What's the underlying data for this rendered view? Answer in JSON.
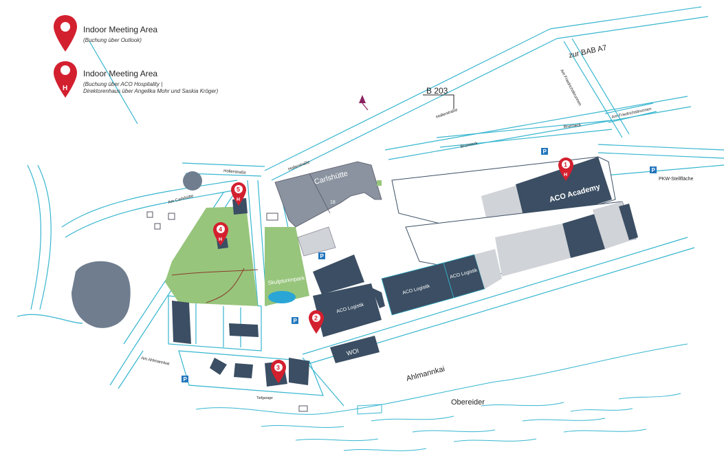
{
  "legend": {
    "items": [
      {
        "title": "Indoor Meeting Area",
        "subtitle": "(Buchung über Outlook)",
        "marker": "pin",
        "letter": ""
      },
      {
        "title": "Indoor Meeting Area",
        "subtitle_line1": "(Buchung über ACO Hospitality |",
        "subtitle_line2": "Direktorenhaus über Angelika Mohr und Saskia Kröger)",
        "marker": "pin-h",
        "letter": "H"
      }
    ]
  },
  "roads": {
    "b203": "B 203",
    "zur_bab": "zur BAB A7",
    "am_friedrichsbrunnen_1": "Am Friedrichsbrunnen",
    "am_friedrichsbrunnen_2": "Am Friedrichsbrunnen",
    "hollerstrasse_1": "Hollerstraße",
    "hollerstrasse_2": "Hollerstraße",
    "hollerstrasse_3": "Hollerstraße",
    "brunneck_1": "Brunneck",
    "brunneck_2": "Brunneck",
    "am_carlshuette": "Am Carlshütte",
    "ahlmannkai": "Ahlmannkai",
    "obereider": "Obereider",
    "am_ahlmannkai": "Am Ahlmannkai",
    "pkw_stellflaeche": "PKW-Stellfläche",
    "tiefgarage": "Tiefgarage"
  },
  "buildings": {
    "carlshuette": "Carlshütte",
    "carlshuette_no": "18",
    "aco_academy": "ACO Academy",
    "aco_logistik_1": "ACO Logistik",
    "aco_logistik_2": "ACO Logistik",
    "aco_logistik_3": "ACO Logistik",
    "woi": "WOI",
    "skulpturenpark": "Skulpturenpark"
  },
  "markers": [
    {
      "num": "1",
      "h": "H"
    },
    {
      "num": "2",
      "h": ""
    },
    {
      "num": "3",
      "h": ""
    },
    {
      "num": "4",
      "h": "H"
    },
    {
      "num": "5",
      "h": "H"
    }
  ],
  "parking": {
    "label": "P"
  },
  "colors": {
    "road": "#35b5cf",
    "building_dark": "#3b4e63",
    "building_mid": "#8a939f",
    "building_light": "#d0d3d7",
    "green": "#97c57c",
    "pin": "#d3202f",
    "water": "#35b5cf",
    "pond": "#2aa6d6",
    "parking": "#2377bd"
  }
}
